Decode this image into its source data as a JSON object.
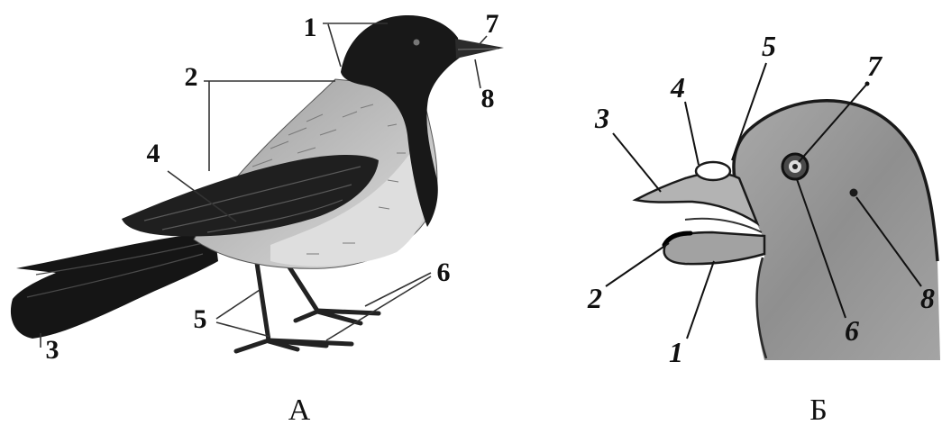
{
  "figure_a": {
    "caption": "А",
    "labels": [
      "1",
      "2",
      "3",
      "4",
      "5",
      "6",
      "7",
      "8"
    ]
  },
  "figure_b": {
    "caption": "Б",
    "labels": [
      "1",
      "2",
      "3",
      "4",
      "5",
      "6",
      "7",
      "8"
    ]
  },
  "colors": {
    "crow_black": "#1a1a1a",
    "crow_grey": "#bdbdbd",
    "pigeon_grey": "#9a9a9a"
  }
}
